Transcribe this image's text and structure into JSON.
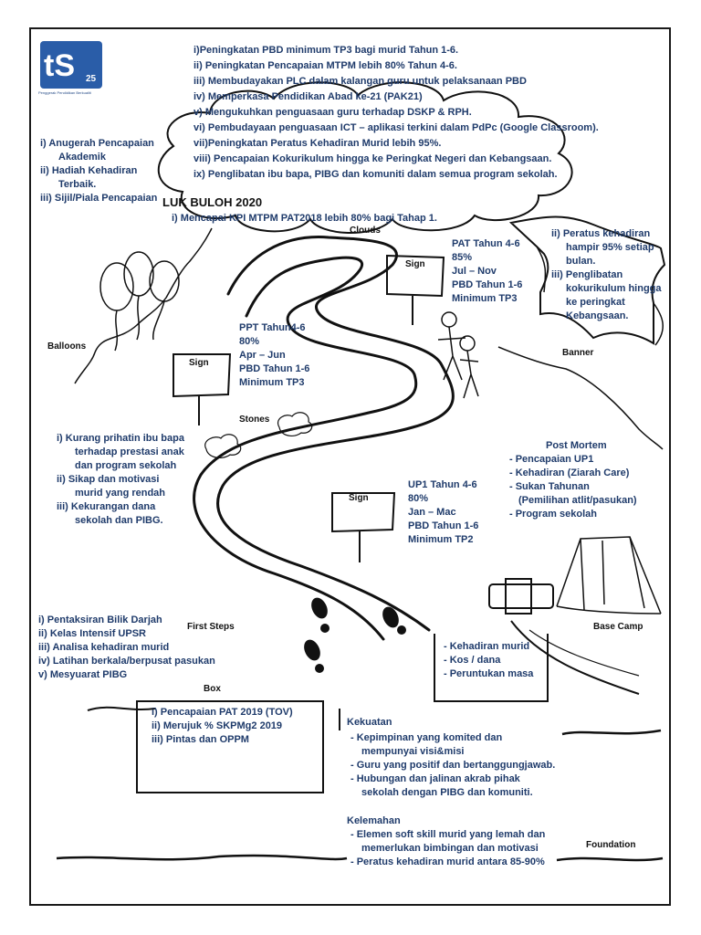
{
  "logo": {
    "tagline": "Penggerak Pendidikan Berkualiti"
  },
  "cloud_list": [
    "i)Peningkatan PBD minimum TP3 bagi murid Tahun 1-6.",
    "ii)   Peningkatan Pencapaian MTPM lebih 80% Tahun 4-6.",
    "iii)  Membudayakan PLC dalam kalangan guru untuk pelaksanaan PBD",
    "iv)  Memperkasa Pendidikan Abad ke-21 (PAK21)",
    "v)   Mengukuhkan penguasaan guru terhadap DSKP & RPH.",
    "vi)  Pembudayaan penguasaan ICT – aplikasi terkini dalam PdPc (Google Classroom).",
    "vii)Peningkatan Peratus Kehadiran Murid lebih 95%.",
    "viii)            Pencapaian Kokurikulum hingga ke Peringkat Negeri dan Kebangsaan.",
    "ix)  Penglibatan ibu bapa, PIBG dan komuniti dalam semua program sekolah."
  ],
  "cloud_title": "LUK BULOH 2020",
  "cloud_kpi": "i)   Mencapai KPI MTPM PAT2018 lebih 80% bagi Tahap 1.",
  "clouds_label": "Clouds",
  "balloon_list": [
    "i)   Anugerah Pencapaian Akademik",
    "ii)  Hadiah Kehadiran Terbaik.",
    "iii) Sijil/Piala Pencapaian"
  ],
  "balloons_label": "Balloons",
  "banner_list": [
    "ii) Peratus kehadiran hampir 95% setiap bulan.",
    "iii) Penglibatan kokurikulum hingga ke peringkat Kebangsaan."
  ],
  "banner_label": "Banner",
  "sign_label": "Sign",
  "sign_top": [
    "PAT Tahun 4-6",
    "85%",
    "Jul – Nov",
    "PBD Tahun 1-6",
    "Minimum TP3"
  ],
  "sign_mid": [
    "PPT Tahun4-6",
    "80%",
    "Apr – Jun",
    "PBD Tahun 1-6",
    "Minimum TP3"
  ],
  "sign_low": [
    "UP1 Tahun 4-6",
    "80%",
    "Jan – Mac",
    "PBD Tahun 1-6",
    "Minimum TP2"
  ],
  "stones_label": "Stones",
  "stones_list": [
    "i)   Kurang prihatin ibu bapa terhadap prestasi anak dan program sekolah",
    "ii)  Sikap dan motivasi murid yang rendah",
    "iii) Kekurangan dana sekolah dan PIBG."
  ],
  "postmortem_title": "Post Mortem",
  "postmortem_list": [
    "- Pencapaian UP1",
    "- Kehadiran (Ziarah Care)",
    "- Sukan Tahunan",
    "(Pemilihan atlit/pasukan)",
    "- Program sekolah"
  ],
  "basecamp_label": "Base Camp",
  "firststeps_label": "First Steps",
  "firststeps_list": [
    "i)  Pentaksiran Bilik Darjah",
    "ii)  Kelas Intensif UPSR",
    "iii) Analisa kehadiran murid",
    "iv) Latihan berkala/berpusat pasukan",
    "v) Mesyuarat PIBG"
  ],
  "tent_list": [
    "-  Kehadiran murid",
    "-  Kos / dana",
    "-  Peruntukan masa"
  ],
  "box_label": "Box",
  "box_list": [
    "i) Pencapaian PAT 2019 (TOV)",
    "ii) Merujuk % SKPMg2 2019",
    "iii) Pintas dan OPPM"
  ],
  "kekuatan_title": "Kekuatan",
  "kekuatan_list": [
    "-  Kepimpinan yang komited dan mempunyai visi&misi",
    "-  Guru yang positif dan bertanggungjawab.",
    "-  Hubungan dan jalinan akrab pihak sekolah dengan PIBG dan komuniti."
  ],
  "kelemahan_title": "Kelemahan",
  "kelemahan_list": [
    "-  Elemen soft skill murid yang lemah dan memerlukan bimbingan dan motivasi",
    "-  Peratus kehadiran murid antara 85-90%"
  ],
  "foundation_label": "Foundation",
  "colors": {
    "text_blue": "#1f3b6b",
    "logo_blue": "#2a5da8",
    "ink": "#111111"
  }
}
